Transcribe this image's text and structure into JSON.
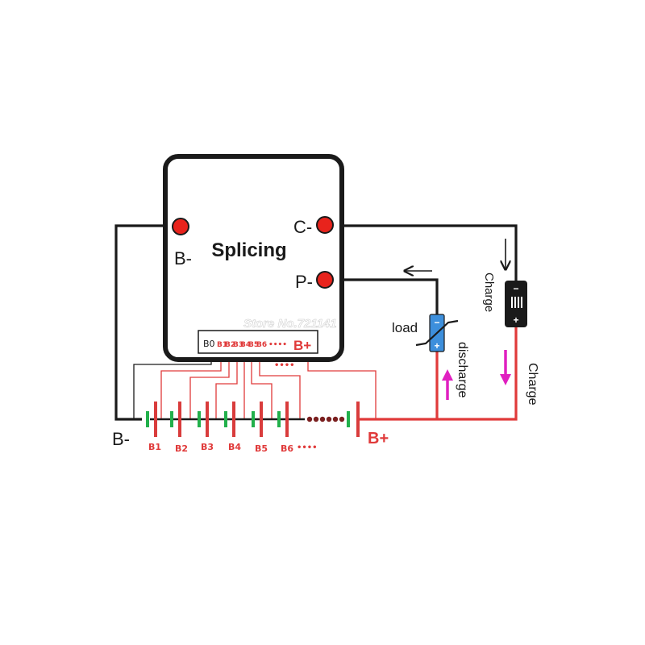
{
  "colors": {
    "wire_black": "#1a1a1a",
    "wire_red": "#e03a3a",
    "terminal_red": "#e8231c",
    "cell_red": "#d93c3c",
    "cell_green": "#22b04b",
    "arrow_magenta": "#e020c0",
    "load_blue": "#3d8fdc",
    "watermark": "#ffffff"
  },
  "module": {
    "title": "Splicing",
    "terminal_b_minus": "B-",
    "terminal_c_minus": "C-",
    "terminal_p_minus": "P-",
    "sense_header": {
      "labels": [
        "B0",
        "B1",
        "B2",
        "B3",
        "B4",
        "B5",
        "B6"
      ],
      "ellipsis": "••••",
      "b_plus": "B+"
    }
  },
  "watermark": "Store No.721141",
  "battery_pack": {
    "b_minus_label": "B-",
    "b_plus_label": "B+",
    "cells": [
      "B1",
      "B2",
      "B3",
      "B4",
      "B5",
      "B6"
    ],
    "ellipsis": "••••"
  },
  "load": {
    "label": "load",
    "plus": "+",
    "minus": "−",
    "discharge_label": "discharge"
  },
  "charger": {
    "charge_label_top": "Charge",
    "charge_label_side": "Charge",
    "plus": "+",
    "minus": "−"
  }
}
